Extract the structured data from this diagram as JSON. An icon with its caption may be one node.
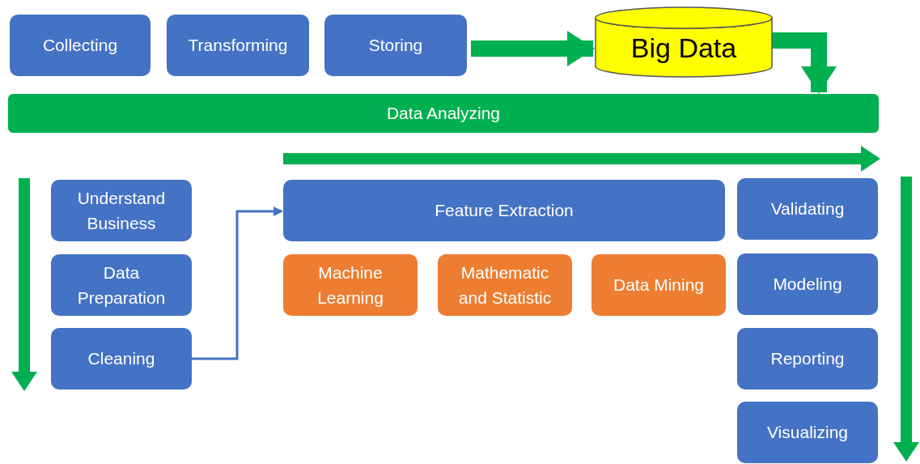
{
  "diagram": {
    "nodes": [
      {
        "text": [
          "Collecting"
        ]
      },
      {
        "text": [
          "Transforming"
        ]
      },
      {
        "text": [
          "Storing"
        ]
      },
      {
        "text": [
          "Big Data"
        ]
      },
      {
        "text": [
          "Data Analyzing"
        ]
      },
      {
        "text": [
          "Understand Business"
        ]
      },
      {
        "text": [
          "Data Preparation"
        ]
      },
      {
        "text": [
          "Cleaning"
        ]
      },
      {
        "text": [
          "Feature Extraction"
        ]
      },
      {
        "text": [
          "Machine Learning"
        ]
      },
      {
        "text": [
          "Mathematic and Statistic"
        ]
      },
      {
        "text": [
          "Data Mining"
        ]
      },
      {
        "text": [
          "Validating"
        ]
      },
      {
        "text": [
          "Modeling"
        ]
      },
      {
        "text": [
          "Reporting"
        ]
      },
      {
        "text": [
          "Visualizing"
        ]
      }
    ],
    "edges": [
      {
        "from": 2,
        "to": 3,
        "arrow": "to",
        "color": "#00b050"
      },
      {
        "from": 3,
        "to": 4,
        "arrow": "to",
        "color": "#00b050"
      },
      {
        "from": 7,
        "to": 8,
        "arrow": "to",
        "color": "#4472c4"
      }
    ]
  }
}
